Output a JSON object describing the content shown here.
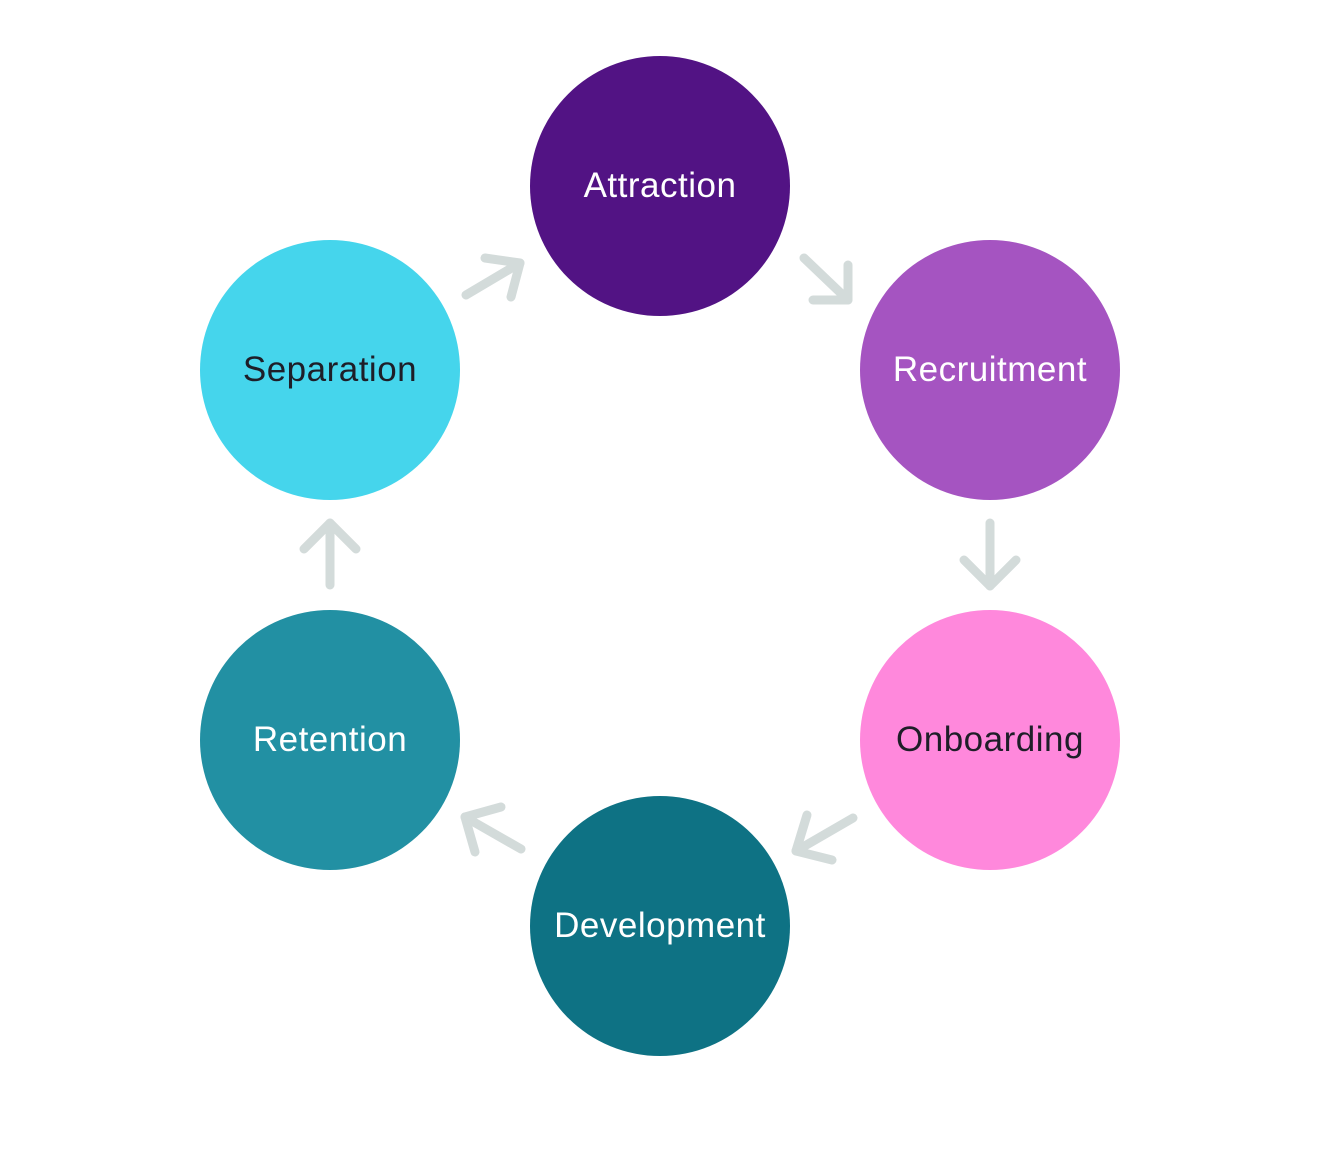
{
  "diagram": {
    "type": "cycle",
    "stages": [
      {
        "label": "Attraction",
        "color": "#521384",
        "text_color": "#ffffff"
      },
      {
        "label": "Recruitment",
        "color": "#a554c1",
        "text_color": "#ffffff"
      },
      {
        "label": "Onboarding",
        "color": "#ff88dc",
        "text_color": "#1e1e28"
      },
      {
        "label": "Development",
        "color": "#0e7284",
        "text_color": "#ffffff"
      },
      {
        "label": "Retention",
        "color": "#2290a3",
        "text_color": "#ffffff"
      },
      {
        "label": "Separation",
        "color": "#45d5ec",
        "text_color": "#1e1e28"
      }
    ],
    "arrow_color": "#d3dbda",
    "flow": [
      {
        "from": "Attraction",
        "to": "Recruitment"
      },
      {
        "from": "Recruitment",
        "to": "Onboarding"
      },
      {
        "from": "Onboarding",
        "to": "Development"
      },
      {
        "from": "Development",
        "to": "Retention"
      },
      {
        "from": "Retention",
        "to": "Separation"
      },
      {
        "from": "Separation",
        "to": "Attraction"
      }
    ]
  }
}
